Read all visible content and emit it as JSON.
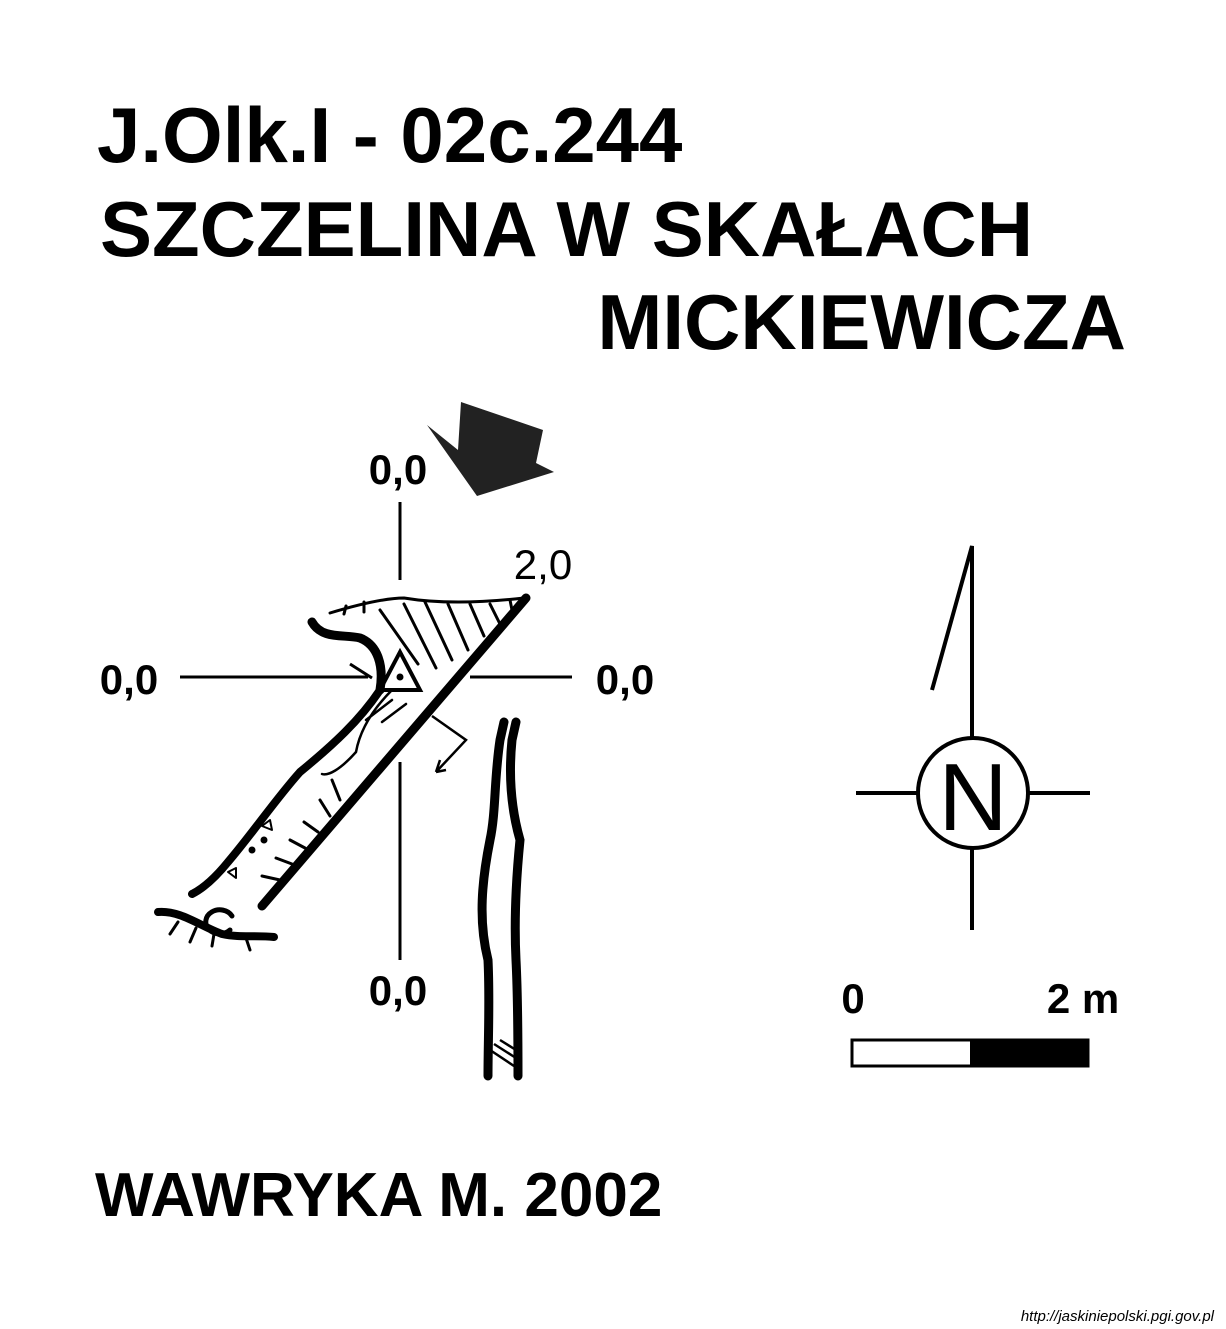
{
  "title": {
    "code": "J.Olk.I - 02c.244",
    "name_line1": "SZCZELINA W SKAŁACH",
    "name_line2": "MICKIEWICZA"
  },
  "cross_section_labels": {
    "top": "0,0",
    "left": "0,0",
    "right": "0,0",
    "bottom": "0,0",
    "depth": "2,0"
  },
  "north_arrow": {
    "letter": "N"
  },
  "scale_bar": {
    "start": "0",
    "end": "2 m",
    "length_m": 2
  },
  "author": "WAWRYKA M. 2002",
  "credit": "http://jaskiniepolski.pgi.gov.pl",
  "icons": [
    "entrance-arrow-icon",
    "datum-triangle-icon",
    "north-arrow-icon"
  ],
  "colors": {
    "ink": "#000000",
    "background": "#ffffff",
    "fill": "#222222"
  }
}
